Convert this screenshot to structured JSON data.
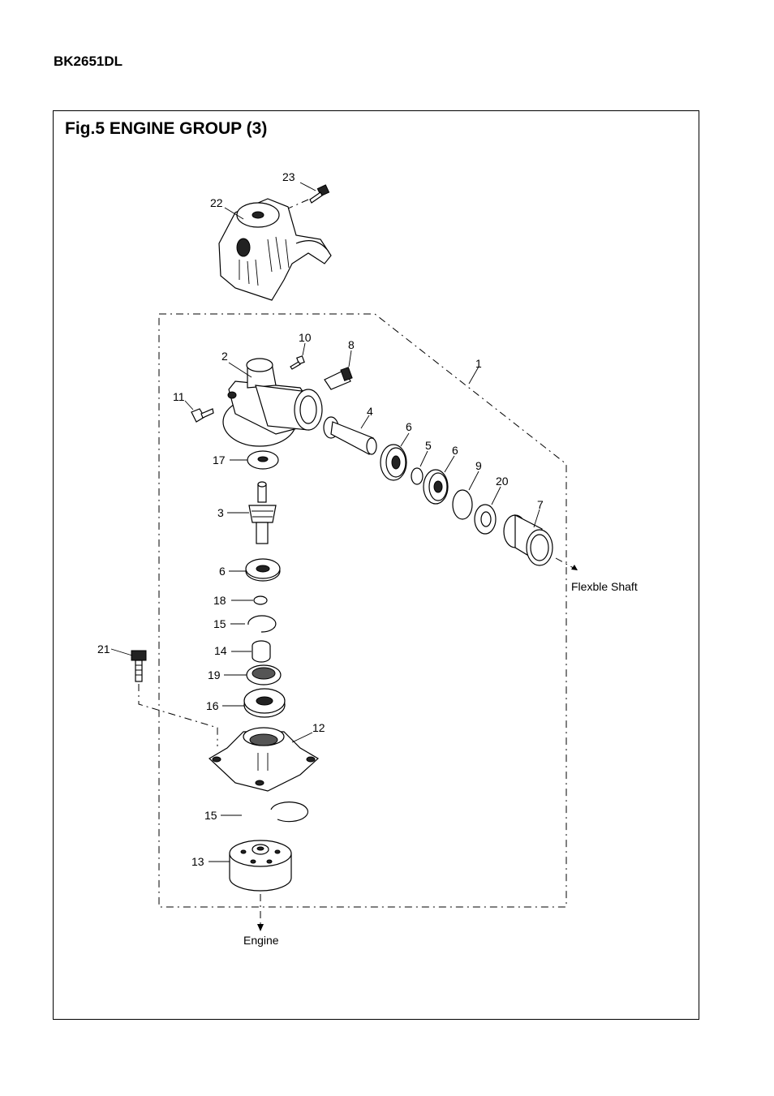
{
  "header": {
    "model": "BK2651DL"
  },
  "figure": {
    "title": "Fig.5  ENGINE GROUP (3)"
  },
  "notes": {
    "flexible_shaft": "Flexble Shaft",
    "engine": "Engine"
  },
  "callouts": {
    "c1": "1",
    "c2": "2",
    "c3": "3",
    "c4": "4",
    "c5": "5",
    "c6a": "6",
    "c6b": "6",
    "c6c": "6",
    "c7": "7",
    "c8": "8",
    "c9": "9",
    "c10": "10",
    "c11": "11",
    "c12": "12",
    "c13": "13",
    "c14": "14",
    "c15a": "15",
    "c15b": "15",
    "c16": "16",
    "c17": "17",
    "c18": "18",
    "c19": "19",
    "c20": "20",
    "c21": "21",
    "c22": "22",
    "c23": "23"
  }
}
